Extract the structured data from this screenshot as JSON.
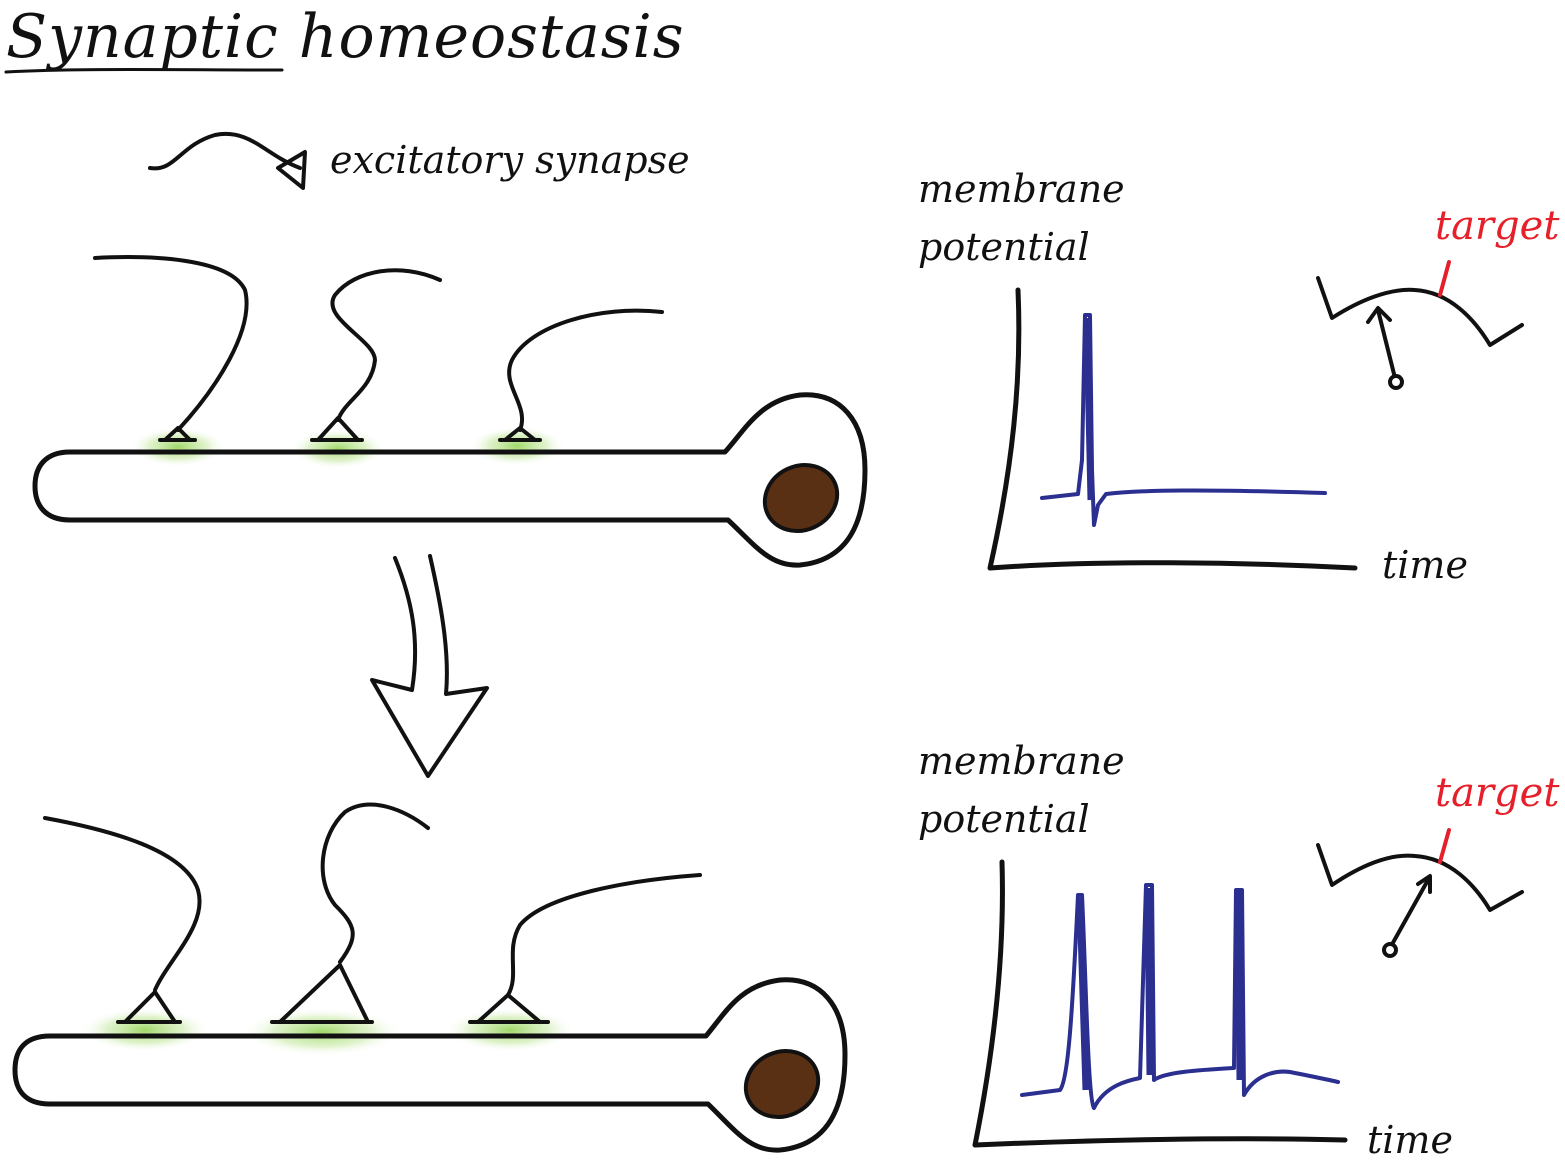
{
  "title": "Synaptic homeostasis",
  "legend": {
    "label": "excitatory synapse"
  },
  "colors": {
    "ink": "#111111",
    "trace": "#2b2f8f",
    "target": "#e5202a",
    "nucleus": "#5a3014",
    "synapse_glow": "#8fd14f"
  },
  "panels": [
    {
      "state": "before",
      "graph": {
        "ylabel_line1": "membrane",
        "ylabel_line2": "potential",
        "xlabel": "time"
      },
      "gauge": {
        "target_label": "target"
      }
    },
    {
      "state": "after",
      "graph": {
        "ylabel_line1": "membrane",
        "ylabel_line2": "potential",
        "xlabel": "time"
      },
      "gauge": {
        "target_label": "target"
      }
    }
  ]
}
